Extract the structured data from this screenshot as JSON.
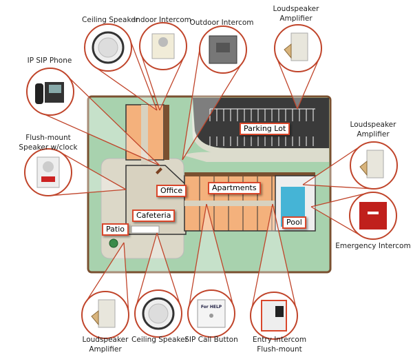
{
  "devices": [
    {
      "label": "Ceiling Speaker",
      "icon": "ceiling-speaker-icon"
    },
    {
      "label": "Indoor Intercom",
      "icon": "indoor-intercom-icon"
    },
    {
      "label": "Outdoor Intercom",
      "icon": "outdoor-intercom-icon"
    },
    {
      "label": "Loudspeaker Amplifier",
      "icon": "loudspeaker-amplifier-icon"
    },
    {
      "label": "IP SIP Phone",
      "icon": "ip-phone-icon"
    },
    {
      "label": "Flush-mount Speaker w/clock",
      "icon": "clock-speaker-icon"
    },
    {
      "label": "Loudspeaker Amplifier",
      "icon": "loudspeaker-amplifier-icon"
    },
    {
      "label": "Emergency Intercom",
      "icon": "emergency-intercom-icon"
    },
    {
      "label": "Loudspeaker Amplifier",
      "icon": "loudspeaker-amplifier-icon"
    },
    {
      "label": "Ceiling Speaker",
      "icon": "ceiling-speaker-icon"
    },
    {
      "label": "SIP Call Button",
      "icon": "call-button-icon",
      "device_text": "For HELP"
    },
    {
      "label": "Entry Intercom Flush-mount",
      "icon": "entry-intercom-icon"
    }
  ],
  "map": {
    "parking_lot": "Parking Lot",
    "office": "Office",
    "apartments": "Apartments",
    "cafeteria": "Cafeteria",
    "patio": "Patio",
    "pool": "Pool"
  },
  "colors": {
    "accent": "#c0442a",
    "grass": "#a8d2ae",
    "rooms": "#f4b17c",
    "pool": "#45b4d6",
    "asphalt": "#3a3a3a"
  }
}
